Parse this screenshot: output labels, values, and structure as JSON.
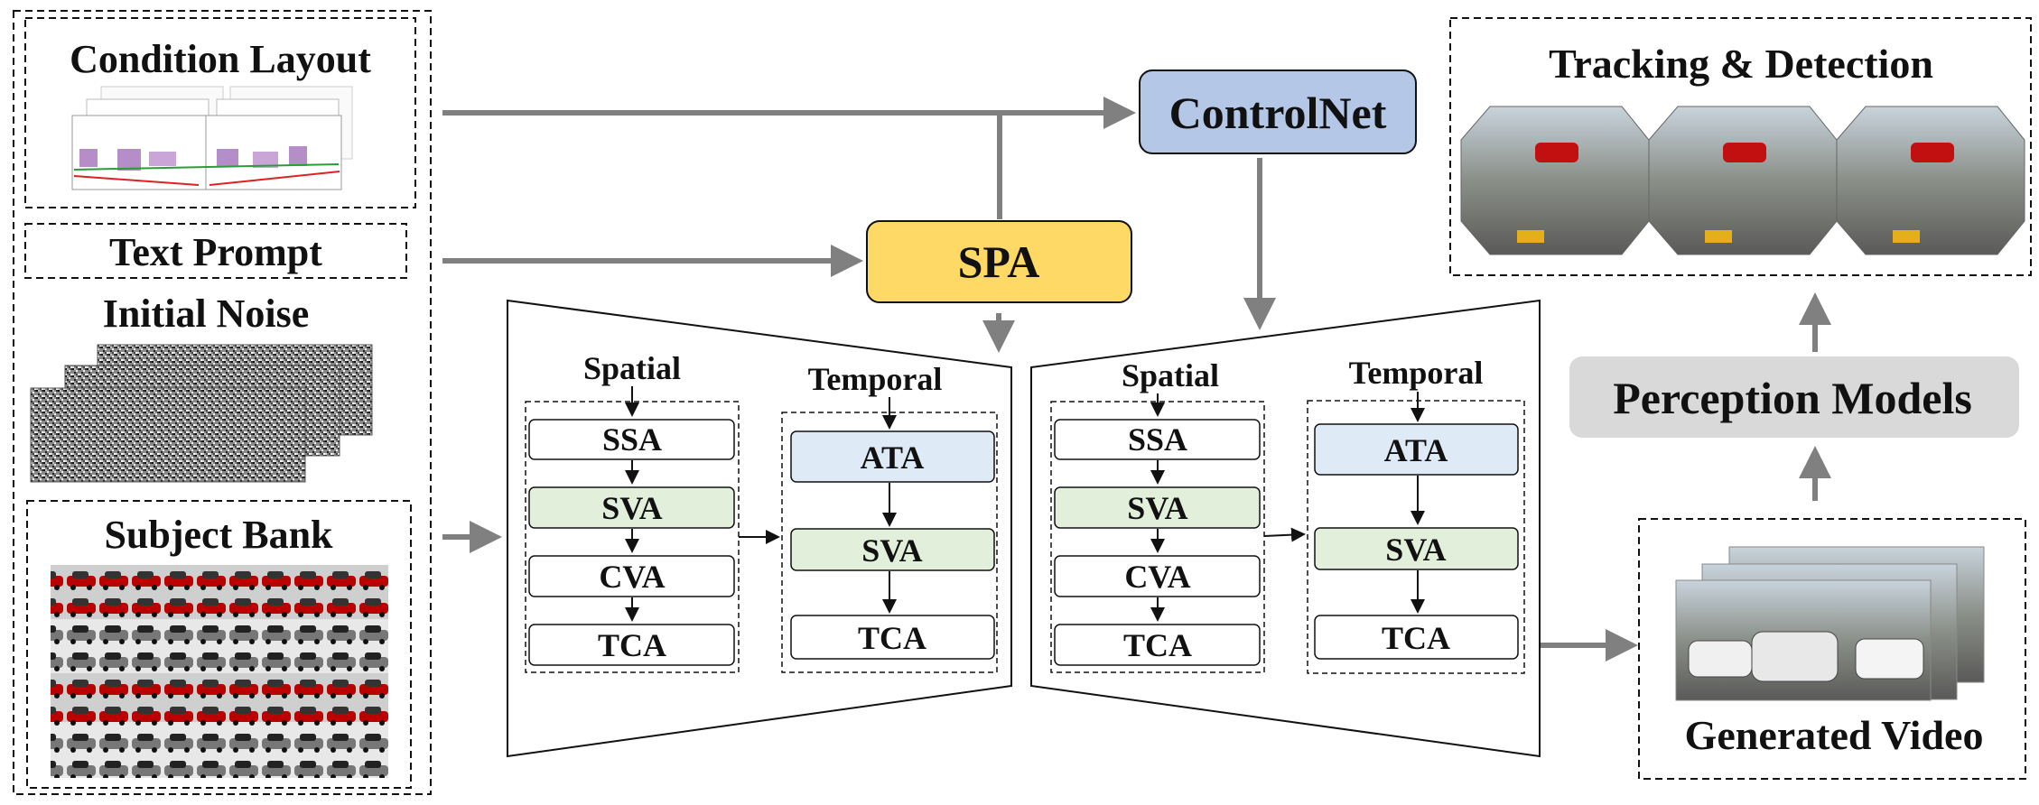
{
  "inputs": {
    "condition_layout": "Condition Layout",
    "text_prompt": "Text Prompt",
    "initial_noise": "Initial Noise",
    "subject_bank": "Subject Bank"
  },
  "modules": {
    "controlnet": "ControlNet",
    "spa": "SPA"
  },
  "encoder": {
    "spatial_label": "Spatial",
    "temporal_label": "Temporal",
    "spatial_blocks": [
      "SSA",
      "SVA",
      "CVA",
      "TCA"
    ],
    "temporal_blocks": [
      "ATA",
      "SVA",
      "TCA"
    ]
  },
  "decoder": {
    "spatial_label": "Spatial",
    "temporal_label": "Temporal",
    "spatial_blocks": [
      "SSA",
      "SVA",
      "CVA",
      "TCA"
    ],
    "temporal_blocks": [
      "ATA",
      "SVA",
      "TCA"
    ]
  },
  "outputs": {
    "tracking_detection": "Tracking & Detection",
    "perception_models": "Perception Models",
    "generated_video": "Generated Video"
  },
  "colors": {
    "controlnet": "#b4c7e7",
    "spa": "#ffd966",
    "perception": "#d9d9d9",
    "sva": "#e2efda",
    "ata": "#deebf7",
    "arrow": "#808080"
  }
}
